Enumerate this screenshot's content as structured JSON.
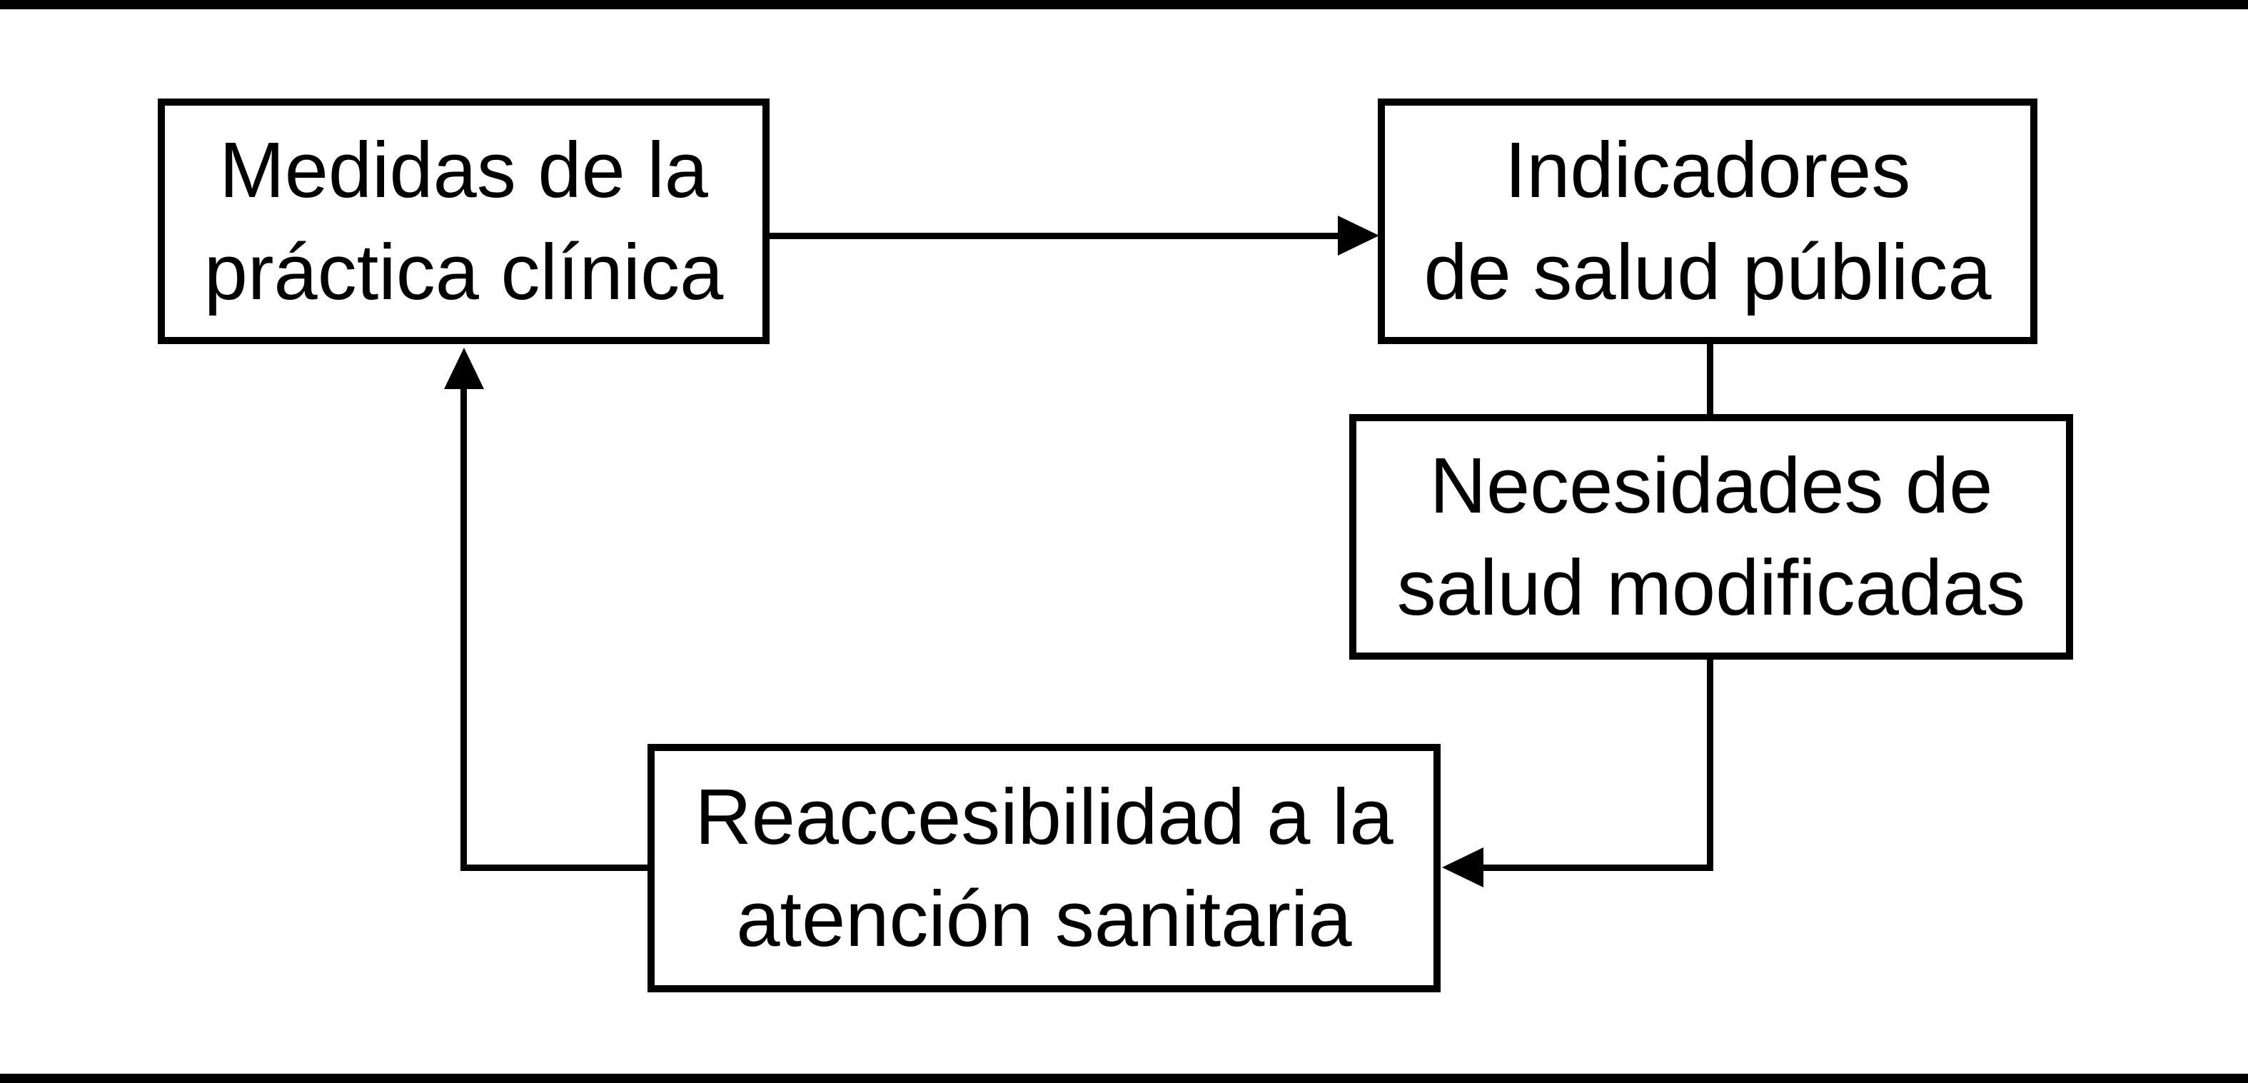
{
  "diagram": {
    "background_color": "#ffffff",
    "line_color": "#000000",
    "text_color": "#000000"
  },
  "nodes": [
    {
      "id": "medidas",
      "label": "Medidas de la práctica clínica",
      "lines": [
        "Medidas de la",
        "práctica clínica"
      ]
    },
    {
      "id": "indicadores",
      "label": "Indicadores de salud pública",
      "lines": [
        "Indicadores",
        "de salud pública"
      ]
    },
    {
      "id": "necesidades",
      "label": "Necesidades de salud modificadas",
      "lines": [
        "Necesidades de",
        "salud modificadas"
      ]
    },
    {
      "id": "reaccesibilidad",
      "label": "Reaccesibilidad a la atención sanitaria",
      "lines": [
        "Reaccesibilidad a la",
        "atención sanitaria"
      ]
    }
  ],
  "edges": [
    {
      "from": "medidas",
      "to": "indicadores",
      "arrowhead": "right"
    },
    {
      "from": "indicadores",
      "to": "necesidades",
      "arrowhead": "none"
    },
    {
      "from": "necesidades",
      "to": "reaccesibilidad",
      "arrowhead": "left"
    },
    {
      "from": "reaccesibilidad",
      "to": "medidas",
      "arrowhead": "up"
    }
  ]
}
